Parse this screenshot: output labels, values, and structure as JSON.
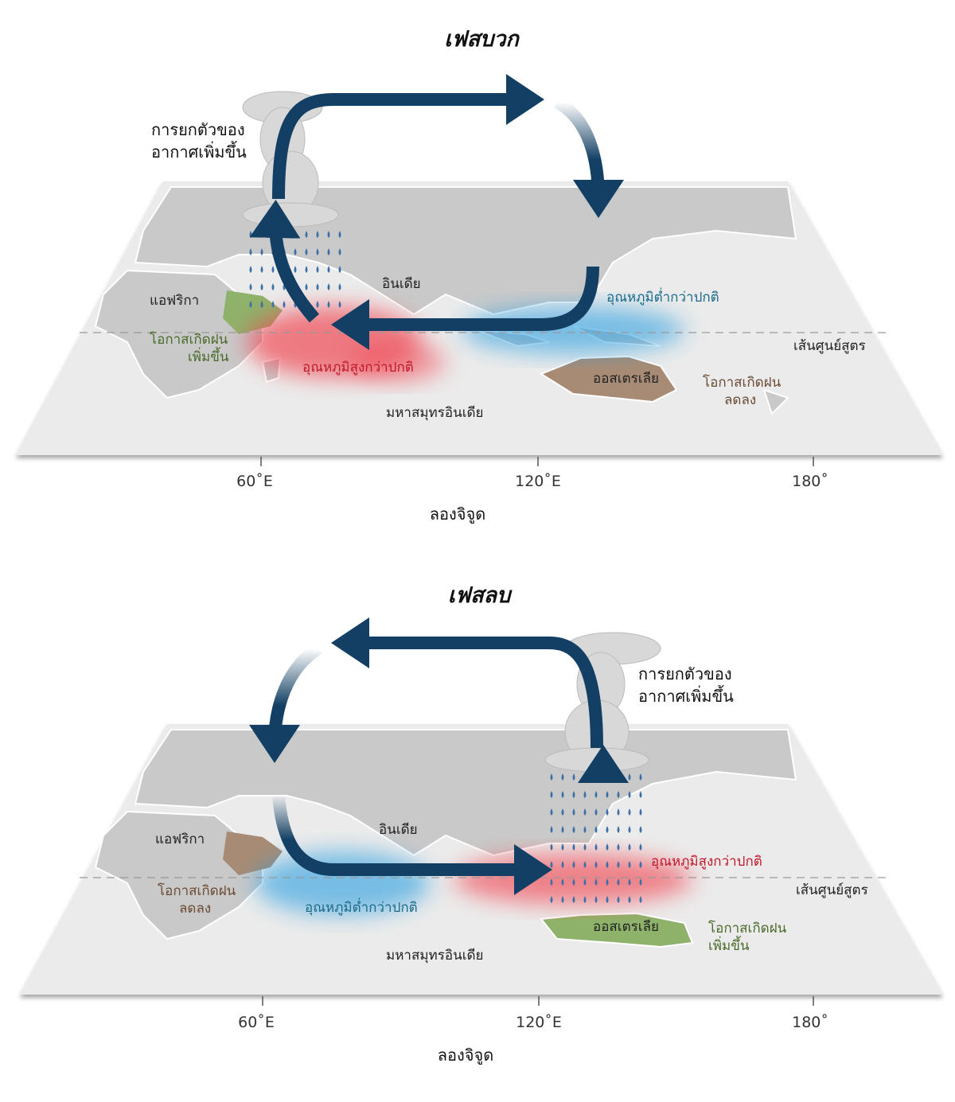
{
  "panels": [
    {
      "title": "เฟสบวก",
      "rising_air": [
        "การยกตัวของ",
        "อากาศเพิ่มขึ้น"
      ],
      "labels": {
        "africa": "แอฟริกา",
        "india": "อินเดีย",
        "australia": "ออสเตรเลีย",
        "ocean": "มหาสมุทรอินเดีย",
        "equator": "เส้นศูนย์สูตร",
        "west_rain": [
          "โอกาสเกิดฝน",
          "เพิ่มขึ้น"
        ],
        "east_rain": [
          "โอกาสเกิดฝน",
          "ลดลง"
        ],
        "west_temp": "อุณหภูมิสูงกว่าปกติ",
        "east_temp": "อุณหภูมิต่ำกว่าปกติ"
      },
      "ticks": [
        "60˚E",
        "120˚E",
        "180˚"
      ],
      "axis_label": "ลองจิจูด"
    },
    {
      "title": "เฟสลบ",
      "rising_air": [
        "การยกตัวของ",
        "อากาศเพิ่มขึ้น"
      ],
      "labels": {
        "africa": "แอฟริกา",
        "india": "อินเดีย",
        "australia": "ออสเตรเลีย",
        "ocean": "มหาสมุทรอินเดีย",
        "equator": "เส้นศูนย์สูตร",
        "west_rain": [
          "โอกาสเกิดฝน",
          "ลดลง"
        ],
        "east_rain": [
          "โอกาสเกิดฝน",
          "เพิ่มขึ้น"
        ],
        "west_temp": "อุณหภูมิต่ำกว่าปกติ",
        "east_temp": "อุณหภูมิสูงกว่าปกติ"
      },
      "ticks": [
        "60˚E",
        "120˚E",
        "180˚"
      ],
      "axis_label": "ลองจิจูด"
    }
  ],
  "colors": {
    "arrow": "#123f63",
    "warm": "#f04a55",
    "cool": "#2a9ee0",
    "wet": "#8fb26a",
    "dry": "#a88b74",
    "land": "#c9c9c9",
    "plane": "#ebebeb"
  }
}
